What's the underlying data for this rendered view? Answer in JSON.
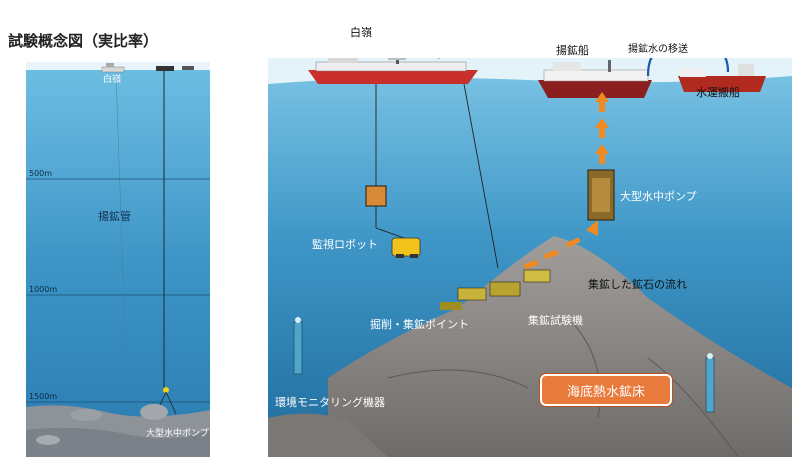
{
  "left_panel": {
    "title": "試験概念図（実比率）",
    "ship_label": "白嶺",
    "riser_label": "揚鉱管",
    "pump_label": "大型水中ポンプ",
    "depths": [
      "500m",
      "1000m",
      "1500m"
    ]
  },
  "right_panel": {
    "labels": {
      "hakurei": "白嶺",
      "lifting_ship": "揚鉱船",
      "water_transfer": "揚鉱水の移送",
      "transport_ship": "水運搬船",
      "pump": "大型水中ポンプ",
      "rov": "監視ロボット",
      "ore_flow": "集鉱した鉱石の流れ",
      "mining_point": "掘削・集鉱ポイント",
      "collector": "集鉱試験機",
      "monitoring": "環境モニタリング機器",
      "deposit": "海底熱水鉱床"
    }
  },
  "colors": {
    "sky": "#e8f4fa",
    "sea_top": "#5fb4dc",
    "sea_bottom": "#1e6fa0",
    "rock": "#8a8785",
    "arrow": "#f28a1f",
    "deposit_box": "#e87a3c"
  }
}
